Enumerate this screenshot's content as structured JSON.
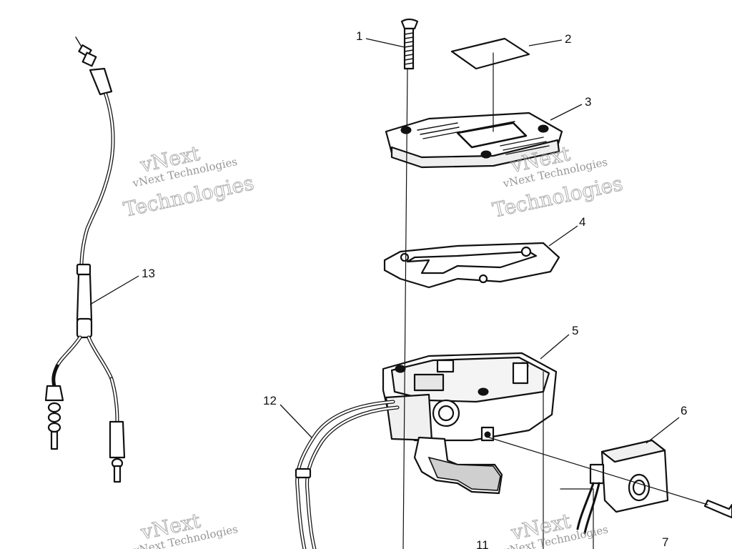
{
  "callouts": {
    "c1": "1",
    "c2": "2",
    "c3": "3",
    "c4": "4",
    "c5": "5",
    "c6": "6",
    "c7": "7",
    "c11": "11",
    "c12": "12",
    "c13": "13"
  },
  "watermark": {
    "line1": "vNext",
    "line2": "vNext Technologies",
    "line3": "Technologies"
  }
}
